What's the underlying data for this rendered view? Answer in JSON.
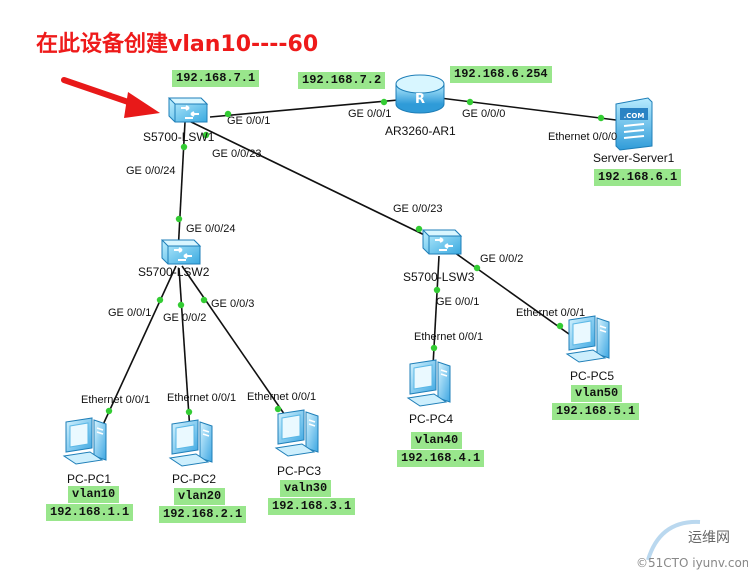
{
  "title": "在此设备创建vlan10----60",
  "colors": {
    "link": "#111111",
    "port_dot": "#33cc33",
    "tag_bg": "#99e68c",
    "title": "#ee1a1a",
    "arrow": "#e81919"
  },
  "nodes": {
    "lsw1": {
      "name": "S5700-LSW1",
      "ip": "192.168.7.1",
      "icon": "switch-icon"
    },
    "ar1": {
      "name": "AR3260-AR1",
      "ip_left": "192.168.7.2",
      "ip_right": "192.168.6.254",
      "icon": "router-icon"
    },
    "server1": {
      "name": "Server-Server1",
      "ip": "192.168.6.1",
      "icon": "server-icon"
    },
    "lsw2": {
      "name": "S5700-LSW2",
      "icon": "switch-icon"
    },
    "lsw3": {
      "name": "S5700-LSW3",
      "icon": "switch-icon"
    },
    "pc1": {
      "name": "PC-PC1",
      "vlan": "vlan10",
      "ip": "192.168.1.1",
      "icon": "pc-icon"
    },
    "pc2": {
      "name": "PC-PC2",
      "vlan": "vlan20",
      "ip": "192.168.2.1",
      "icon": "pc-icon"
    },
    "pc3": {
      "name": "PC-PC3",
      "vlan": "valn30",
      "ip": "192.168.3.1",
      "icon": "pc-icon"
    },
    "pc4": {
      "name": "PC-PC4",
      "vlan": "vlan40",
      "ip": "192.168.4.1",
      "icon": "pc-icon"
    },
    "pc5": {
      "name": "PC-PC5",
      "vlan": "vlan50",
      "ip": "192.168.5.1",
      "icon": "pc-icon"
    }
  },
  "ports": {
    "lsw1_ar1": "GE 0/0/1",
    "ar1_lsw1": "GE 0/0/1",
    "ar1_server": "GE 0/0/0",
    "server_ar1": "Ethernet 0/0/0",
    "lsw1_lsw3": "GE 0/0/23",
    "lsw1_lsw2": "GE 0/0/24",
    "lsw2_lsw1": "GE 0/0/24",
    "lsw3_lsw1": "GE 0/0/23",
    "lsw2_pc1": "GE 0/0/1",
    "lsw2_pc2": "GE 0/0/2",
    "lsw2_pc3": "GE 0/0/3",
    "lsw3_pc4": "GE 0/0/1",
    "lsw3_pc5": "GE 0/0/2",
    "pc1_eth": "Ethernet 0/0/1",
    "pc2_eth": "Ethernet 0/0/1",
    "pc3_eth": "Ethernet 0/0/1",
    "pc4_eth": "Ethernet 0/0/1",
    "pc5_eth": "Ethernet 0/0/1"
  },
  "watermark": {
    "cn": "运维网",
    "en": "©51CTO iyunv.com"
  }
}
